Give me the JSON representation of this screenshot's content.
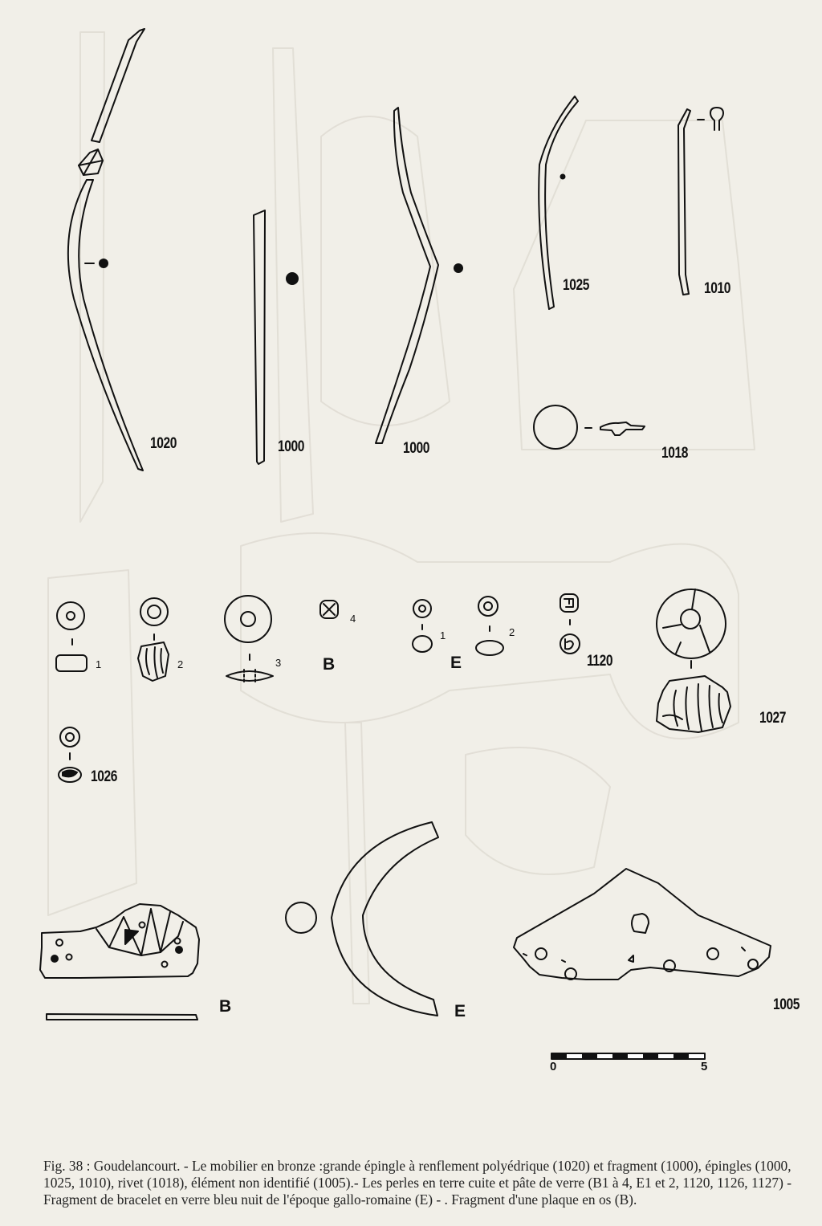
{
  "labels": {
    "pin_1020": "1020",
    "pin_1000_a": "1000",
    "pin_1000_b": "1000",
    "pin_1025": "1025",
    "pin_1010": "1010",
    "rivet_1018": "1018",
    "bead_1120": "1120",
    "bead_1027": "1027",
    "bead_1026": "1026",
    "plate_1005": "1005",
    "group_b": "B",
    "group_e": "E",
    "bone_b": "B",
    "bracelet_e": "E",
    "b1": "1",
    "b2": "2",
    "b3": "3",
    "b4": "4",
    "e1": "1",
    "e2": "2"
  },
  "scale_bar": {
    "start": "0",
    "end": "5"
  },
  "caption": "Fig. 38 : Goudelancourt. - Le mobilier en bronze :grande épingle à renflement polyédrique (1020) et fragment (1000), épingles (1000, 1025, 1010), rivet (1018), élément non identifié (1005).- Les perles en terre cuite et pâte de verre  (B1 à 4, E1 et 2, 1120, 1126, 1127) - Fragment de bracelet en verre bleu nuit de l'époque gallo-romaine (E) - . Fragment d'une plaque en os (B)."
}
